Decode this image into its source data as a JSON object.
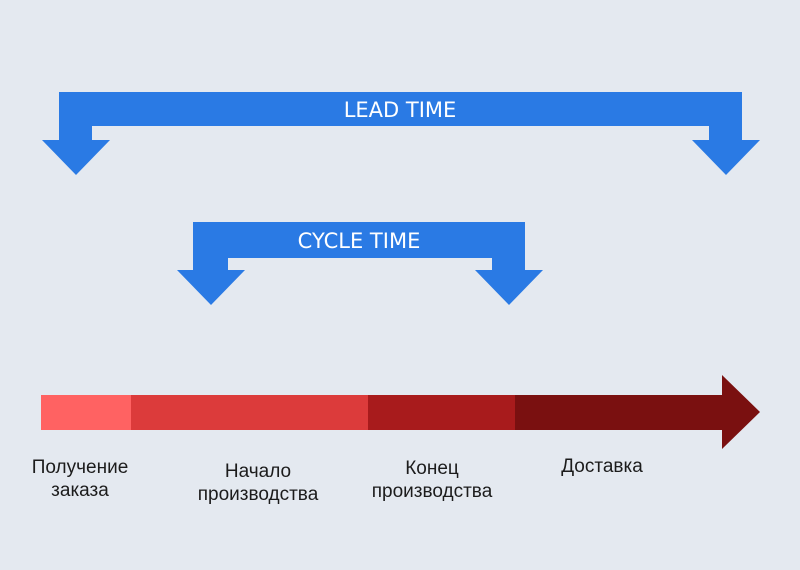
{
  "brackets": {
    "lead_time": "LEAD TIME",
    "cycle_time": "CYCLE TIME"
  },
  "timeline": {
    "stages": [
      {
        "line1": "Получение",
        "line2": "заказа",
        "color": "#ff6262"
      },
      {
        "line1": "Начало",
        "line2": "производства",
        "color": "#dc3b3b"
      },
      {
        "line1": "Конец",
        "line2": "производства",
        "color": "#a81b1c"
      },
      {
        "line1": "Доставка",
        "line2": "",
        "color": "#7a1010"
      }
    ]
  },
  "colors": {
    "bracket_blue": "#2a7ae4",
    "background": "#e4e9f0"
  }
}
